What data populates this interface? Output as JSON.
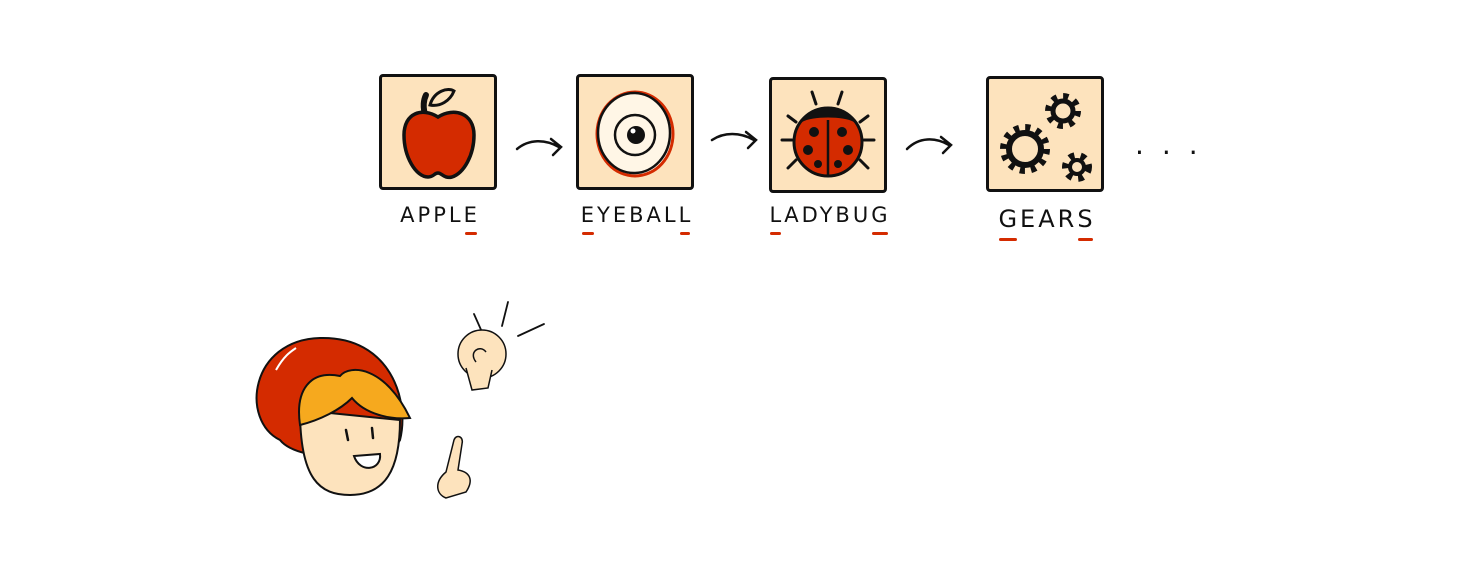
{
  "chain": [
    {
      "word": "APPLE",
      "icon": "apple-icon",
      "highlight": [
        4
      ]
    },
    {
      "word": "EYEBALL",
      "icon": "eyeball-icon",
      "highlight": [
        0,
        6
      ]
    },
    {
      "word": "LADYBUG",
      "icon": "ladybug-icon",
      "highlight": [
        0,
        6
      ]
    },
    {
      "word": "GEARS",
      "icon": "gears-icon",
      "highlight": [
        0,
        4
      ]
    }
  ],
  "continuation": "...",
  "colors": {
    "card": "#fde3bd",
    "accent": "#d42b00",
    "hair": "#d42b00",
    "bangs": "#f6a91e",
    "skin": "#fde3bd"
  }
}
